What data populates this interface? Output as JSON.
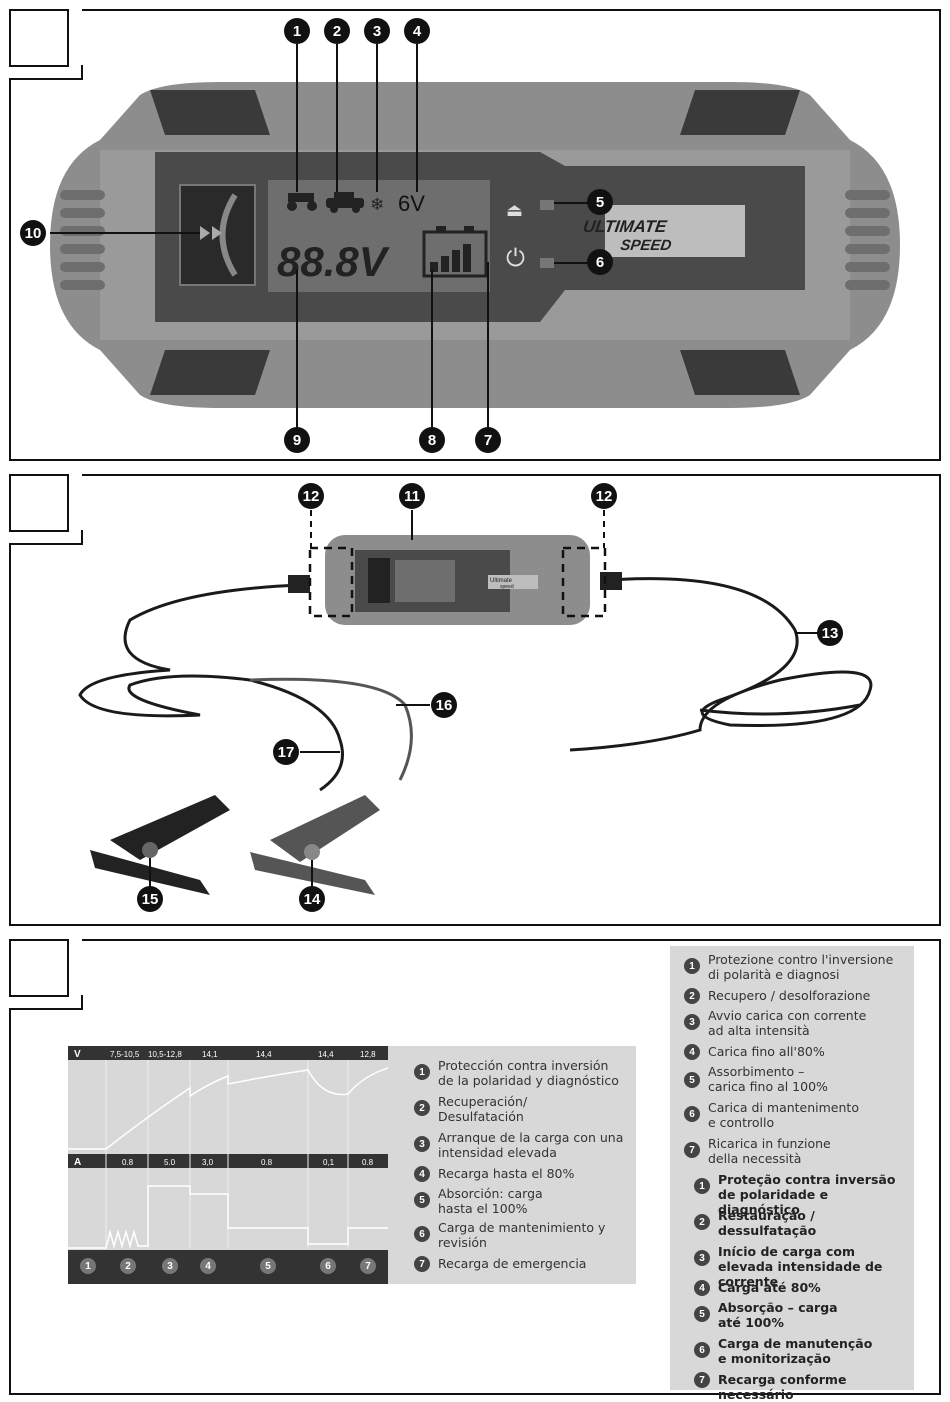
{
  "figure1": {
    "display": {
      "indicator_voltage": "6V",
      "readout": "88.8V",
      "brand_line1": "ULTIMATE",
      "brand_line2": "SPEED"
    },
    "callouts": [
      "1",
      "2",
      "3",
      "4",
      "5",
      "6",
      "7",
      "8",
      "9",
      "10"
    ]
  },
  "figure2": {
    "callouts": [
      "11",
      "12",
      "12",
      "13",
      "14",
      "15",
      "16",
      "17"
    ],
    "mini_brand_line1": "Ultimate",
    "mini_brand_line2": "speed"
  },
  "figure3": {
    "voltage_header": {
      "unit": "V",
      "values": [
        "7,5-10,5",
        "10,5-12,8",
        "14,1",
        "14,4",
        "14,4",
        "12,8"
      ]
    },
    "current_header": {
      "unit": "A",
      "values": [
        "0.8",
        "5.0",
        "3,0",
        "0.8",
        "0,1",
        "0.8"
      ]
    },
    "stages": [
      "1",
      "2",
      "3",
      "4",
      "5",
      "6",
      "7"
    ],
    "legend_es": [
      {
        "n": "1",
        "text": "Protección contra inversión de la polaridad y diagnóstico"
      },
      {
        "n": "2",
        "text": "Recuperación/ Desulfatación"
      },
      {
        "n": "3",
        "text": "Arranque de la carga con una intensidad elevada"
      },
      {
        "n": "4",
        "text": "Recarga hasta el 80%"
      },
      {
        "n": "5",
        "text": "Absorción: carga hasta el 100%"
      },
      {
        "n": "6",
        "text": "Carga de mantenimiento y revisión"
      },
      {
        "n": "7",
        "text": "Recarga de emergencia"
      }
    ],
    "legend_it": [
      {
        "n": "1",
        "text": "Protezione contro l'inversione di polarità e diagnosi"
      },
      {
        "n": "2",
        "text": "Recupero / desolforazione"
      },
      {
        "n": "3",
        "text": "Avvio carica con corrente ad alta intensità"
      },
      {
        "n": "4",
        "text": "Carica fino all'80%"
      },
      {
        "n": "5",
        "text": "Assorbimento – carica fino al 100%"
      },
      {
        "n": "6",
        "text": "Carica di mantenimento e controllo"
      },
      {
        "n": "7",
        "text": "Ricarica in funzione della necessità"
      }
    ],
    "legend_pt": [
      {
        "n": "1",
        "text": "Proteção contra inversão de polaridade e diagnóstico"
      },
      {
        "n": "2",
        "text": "Restauração / dessulfatação"
      },
      {
        "n": "3",
        "text": "Início de carga com elevada intensidade de corrente"
      },
      {
        "n": "4",
        "text": "Carga até 80%"
      },
      {
        "n": "5",
        "text": "Absorção – carga até 100%"
      },
      {
        "n": "6",
        "text": "Carga de manutenção e monitorização"
      },
      {
        "n": "7",
        "text": "Recarga conforme necessário"
      }
    ]
  }
}
